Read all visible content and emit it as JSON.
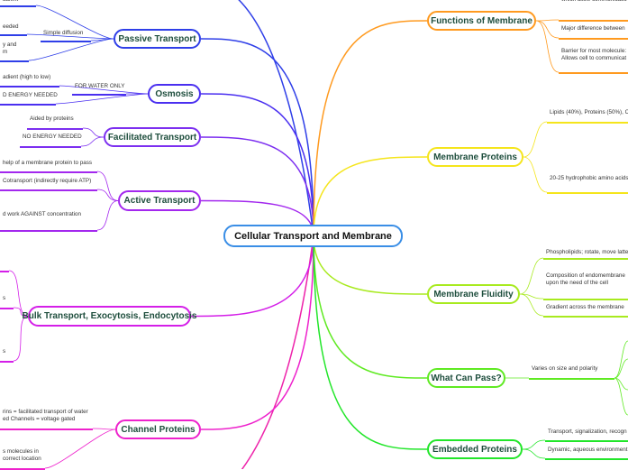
{
  "center": {
    "label": "Cellular Transport and Membrane",
    "color": "#3a8ee6"
  },
  "branches": [
    {
      "label": "Passive Transport",
      "color": "#2f3fe8"
    },
    {
      "label": "Osmosis",
      "color": "#4a2ff0"
    },
    {
      "label": "Facilitated Transport",
      "color": "#7c2ff0"
    },
    {
      "label": "Active Transport",
      "color": "#a328ee"
    },
    {
      "label": "Bulk Transport, Exocytosis, Endocytosis",
      "color": "#d41fe8"
    },
    {
      "label": "Channel Proteins",
      "color": "#ee22cc"
    },
    {
      "label": "Functions of Membrane",
      "color": "#ff9a1f"
    },
    {
      "label": "Membrane Proteins",
      "color": "#f5e51c"
    },
    {
      "label": "Membrane Fluidity",
      "color": "#a8ea1f"
    },
    {
      "label": "What Can Pass?",
      "color": "#5fea22"
    },
    {
      "label": "Embedded Proteins",
      "color": "#22e62a"
    }
  ],
  "leaves": [
    {
      "text": "adient",
      "branch": 0
    },
    {
      "text": "eeded",
      "branch": 0
    },
    {
      "text": "y and\nm",
      "branch": 0
    },
    {
      "text": "Simple diffusion",
      "branch": 0
    },
    {
      "text": "adient (high to low)",
      "branch": 1
    },
    {
      "text": "D ENERGY NEEDED",
      "branch": 1
    },
    {
      "text": "FOR WATER ONLY",
      "branch": 1
    },
    {
      "text": "Aided by proteins",
      "branch": 2
    },
    {
      "text": "NO ENERGY NEEDED",
      "branch": 2
    },
    {
      "text": "help of a membrane protein to pass",
      "branch": 3
    },
    {
      "text": "Cotransport (indirectly require ATP)",
      "branch": 3
    },
    {
      "text": "d work AGAINST concentration",
      "branch": 3
    },
    {
      "text": "",
      "branch": 4
    },
    {
      "text": "s",
      "branch": 4
    },
    {
      "text": "s",
      "branch": 4
    },
    {
      "text": "rins = facilitated transport of water\ned Channels = voltage gated",
      "branch": 5
    },
    {
      "text": "s molecules in\ncorrect location",
      "branch": 5
    },
    {
      "text": "which allow communicatio",
      "branch": 6
    },
    {
      "text": "Major difference between",
      "branch": 6
    },
    {
      "text": "Barrier for most molecule:\nAllows cell to communicat",
      "branch": 6
    },
    {
      "text": "Lipids (40%), Proteins (50%), Ca",
      "branch": 7
    },
    {
      "text": "20-25 hydrophobic amino acids",
      "branch": 7
    },
    {
      "text": "Phospholipids; rotate, move latte",
      "branch": 8
    },
    {
      "text": "Composition of endomembrane\nupon the need of the cell",
      "branch": 8
    },
    {
      "text": "Gradient across the membrane",
      "branch": 8
    },
    {
      "text": "Varies on size and polarity",
      "branch": 9
    },
    {
      "text": "Transport, signalization, recogn",
      "branch": 10
    },
    {
      "text": "Dynamic, aqueous environment",
      "branch": 10
    }
  ]
}
